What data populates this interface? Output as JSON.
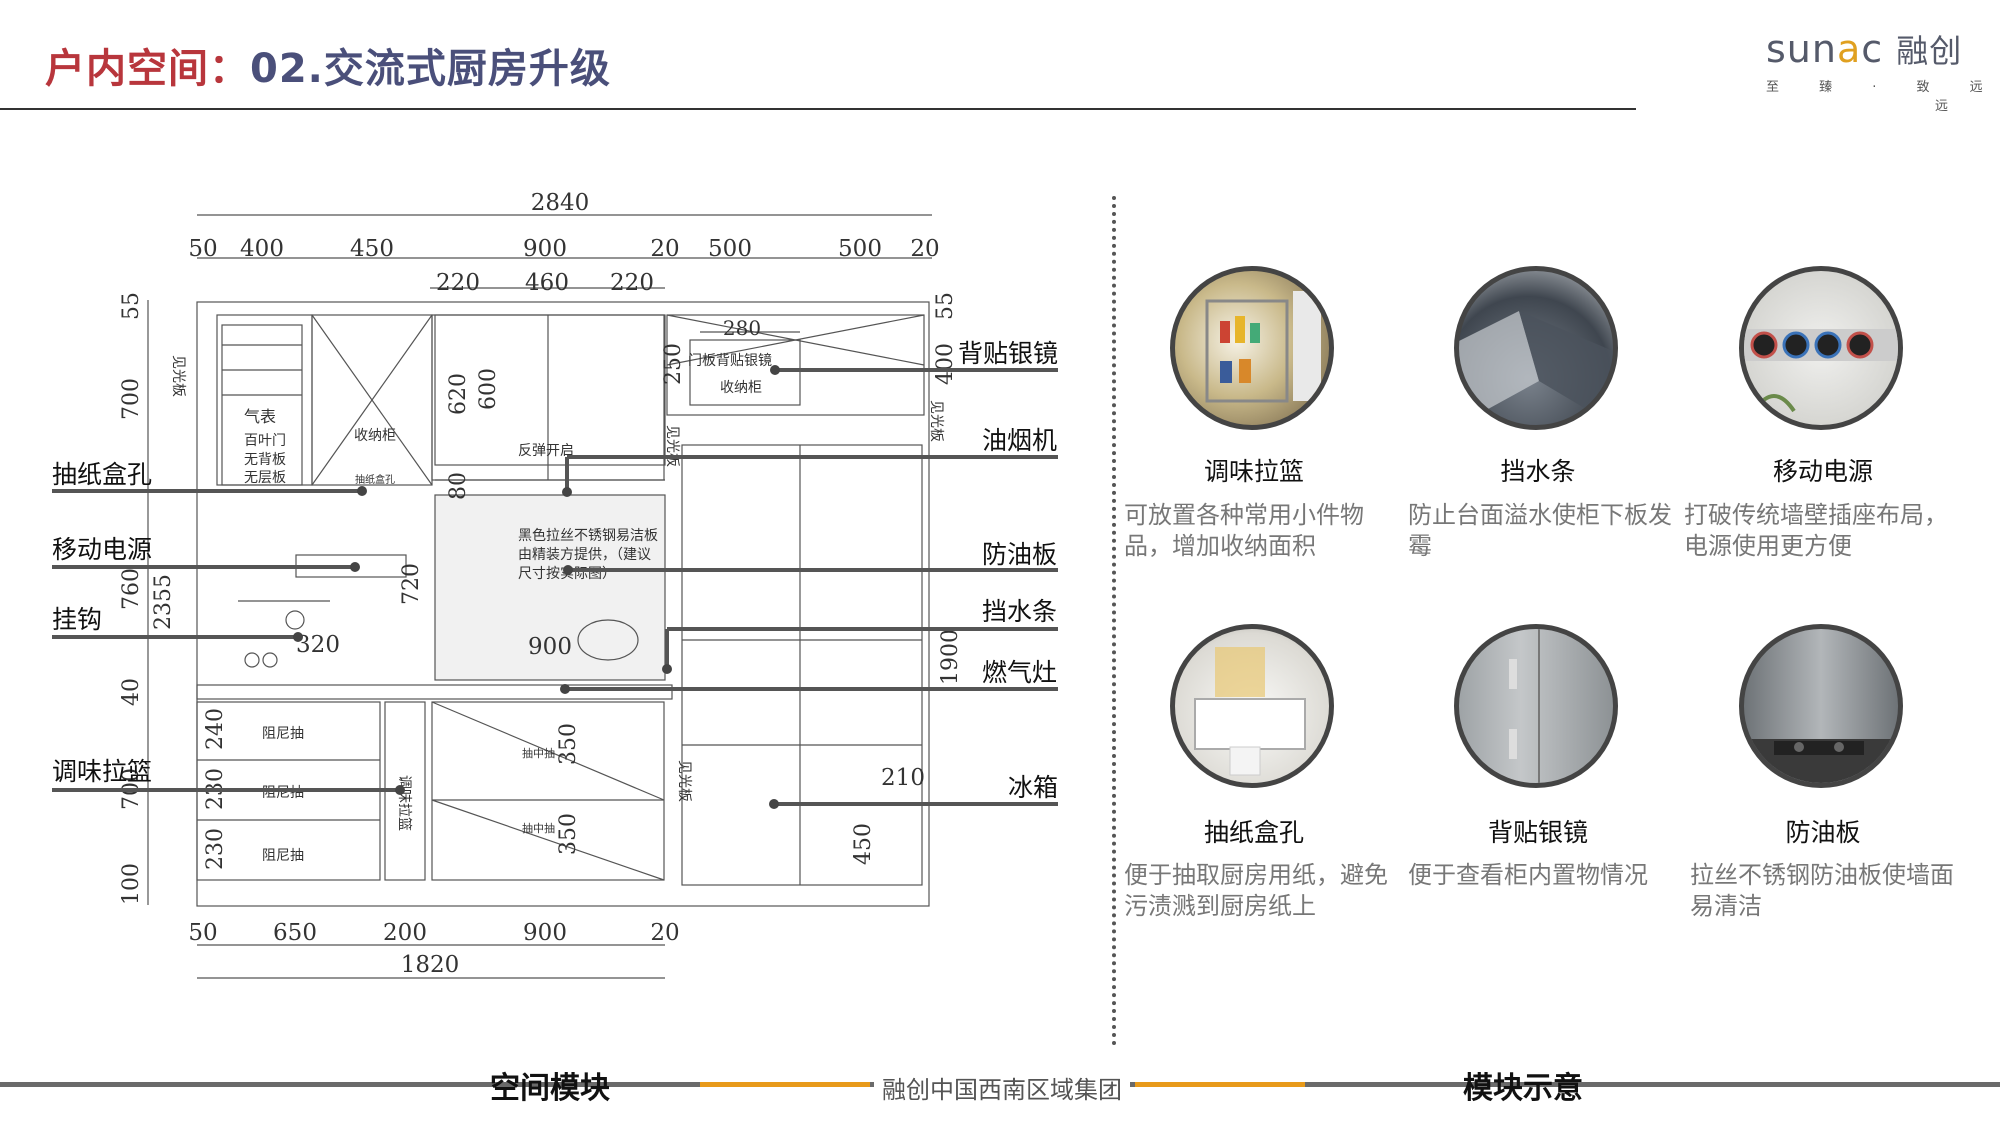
{
  "header": {
    "title_part1": "户内空间：",
    "title_part2": "02.交流式厨房升级"
  },
  "logo": {
    "brand_latin_a": "sun",
    "brand_latin_b": "a",
    "brand_latin_c": "c",
    "brand_cn": "融创",
    "slogan": "至 臻 · 致 远",
    "slogan_tail": "远"
  },
  "plan": {
    "dims_top": [
      "2840",
      "50",
      "400",
      "450",
      "900",
      "20",
      "500",
      "500",
      "20",
      "220",
      "460",
      "220"
    ],
    "dims_bottom": [
      "50",
      "650",
      "200",
      "900",
      "20",
      "1820"
    ],
    "dims_left": [
      "55",
      "700",
      "760",
      "2355",
      "40",
      "700",
      "100"
    ],
    "dims_inner": [
      "620",
      "600",
      "80",
      "720",
      "320",
      "900",
      "240",
      "230",
      "230",
      "350",
      "350",
      "280",
      "250",
      "400",
      "55",
      "1900",
      "210",
      "450"
    ],
    "notes": {
      "see_light_board": "见光板",
      "meter": "气表",
      "louver": "百叶门",
      "no_back": "无背板",
      "no_layer": "无层板",
      "storage": "收纳柜",
      "flip": "反弹开启",
      "tissue_small": "抽纸盒孔",
      "mirror_back": "门板背贴银镜",
      "storage2": "收纳柜",
      "splash_note_1": "黑色拉丝不锈钢易洁板",
      "splash_note_2": "由精装方提供，（建议",
      "splash_note_3": "尺寸按实际图）",
      "damper1": "阻尼抽",
      "damper2": "阻尼抽",
      "damper3": "阻尼抽",
      "basket_v": "调味拉篮",
      "mid_drawer1": "抽中抽",
      "mid_drawer2": "抽中抽"
    },
    "callouts_left": [
      "抽纸盒孔",
      "移动电源",
      "挂钩",
      "调味拉篮"
    ],
    "callouts_right": [
      "背贴银镜",
      "油烟机",
      "防油板",
      "挡水条",
      "燃气灶",
      "冰箱"
    ]
  },
  "modules": [
    {
      "name": "调味拉篮",
      "desc": "可放置各种常用小件物品，增加收纳面积",
      "icon": "spice-basket-photo"
    },
    {
      "name": "挡水条",
      "desc": "防止台面溢水使柜下板发霉",
      "icon": "water-stop-photo"
    },
    {
      "name": "移动电源",
      "desc": "打破传统墙壁插座布局，电源使用更方便",
      "icon": "track-socket-photo"
    },
    {
      "name": "抽纸盒孔",
      "desc": "便于抽取厨房用纸，避免污渍溅到厨房纸上",
      "icon": "tissue-box-photo"
    },
    {
      "name": "背贴银镜",
      "desc": "便于查看柜内置物情况",
      "icon": "mirror-photo"
    },
    {
      "name": "防油板",
      "desc": "拉丝不锈钢防油板使墙面易清洁",
      "icon": "splash-board-photo"
    }
  ],
  "footer": {
    "left_label": "空间模块",
    "center": "融创中国西南区域集团",
    "right_label": "模块示意"
  },
  "colors": {
    "title_red": "#b8363c",
    "title_blue": "#4a4f7a",
    "accent_orange": "#e89a1a"
  }
}
